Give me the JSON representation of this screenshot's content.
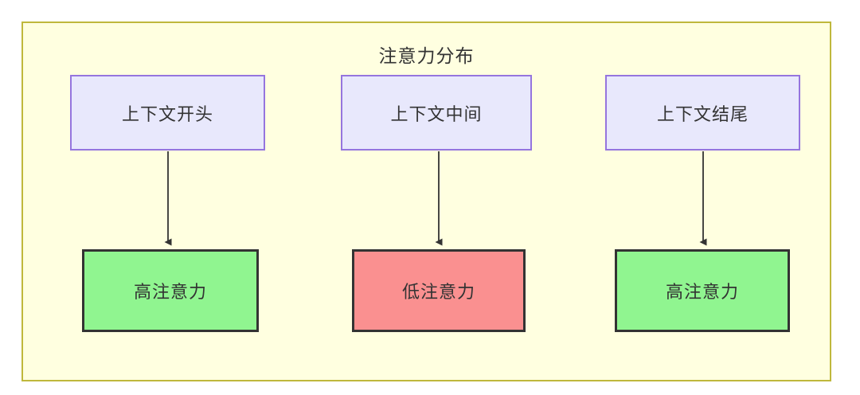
{
  "diagram": {
    "title": "注意力分布",
    "background_color": "#ffffe0",
    "border_color": "#bfb83c",
    "type": "flowchart",
    "columns": 3,
    "nodes": [
      {
        "id": "ctx-start",
        "label": "上下文开头",
        "row": "top",
        "fill": "#e8e8fc",
        "stroke": "#9575de"
      },
      {
        "id": "ctx-middle",
        "label": "上下文中间",
        "row": "top",
        "fill": "#e8e8fc",
        "stroke": "#9575de"
      },
      {
        "id": "ctx-end",
        "label": "上下文结尾",
        "row": "top",
        "fill": "#e8e8fc",
        "stroke": "#9575de"
      },
      {
        "id": "attn-start",
        "label": "高注意力",
        "row": "bottom",
        "fill": "#90f590",
        "stroke": "#333333"
      },
      {
        "id": "attn-middle",
        "label": "低注意力",
        "row": "bottom",
        "fill": "#fa9090",
        "stroke": "#333333"
      },
      {
        "id": "attn-end",
        "label": "高注意力",
        "row": "bottom",
        "fill": "#90f590",
        "stroke": "#333333"
      }
    ],
    "edges": [
      {
        "from": "ctx-start",
        "to": "attn-start",
        "arrow": "down"
      },
      {
        "from": "ctx-middle",
        "to": "attn-middle",
        "arrow": "down"
      },
      {
        "from": "ctx-end",
        "to": "attn-end",
        "arrow": "down"
      }
    ]
  }
}
